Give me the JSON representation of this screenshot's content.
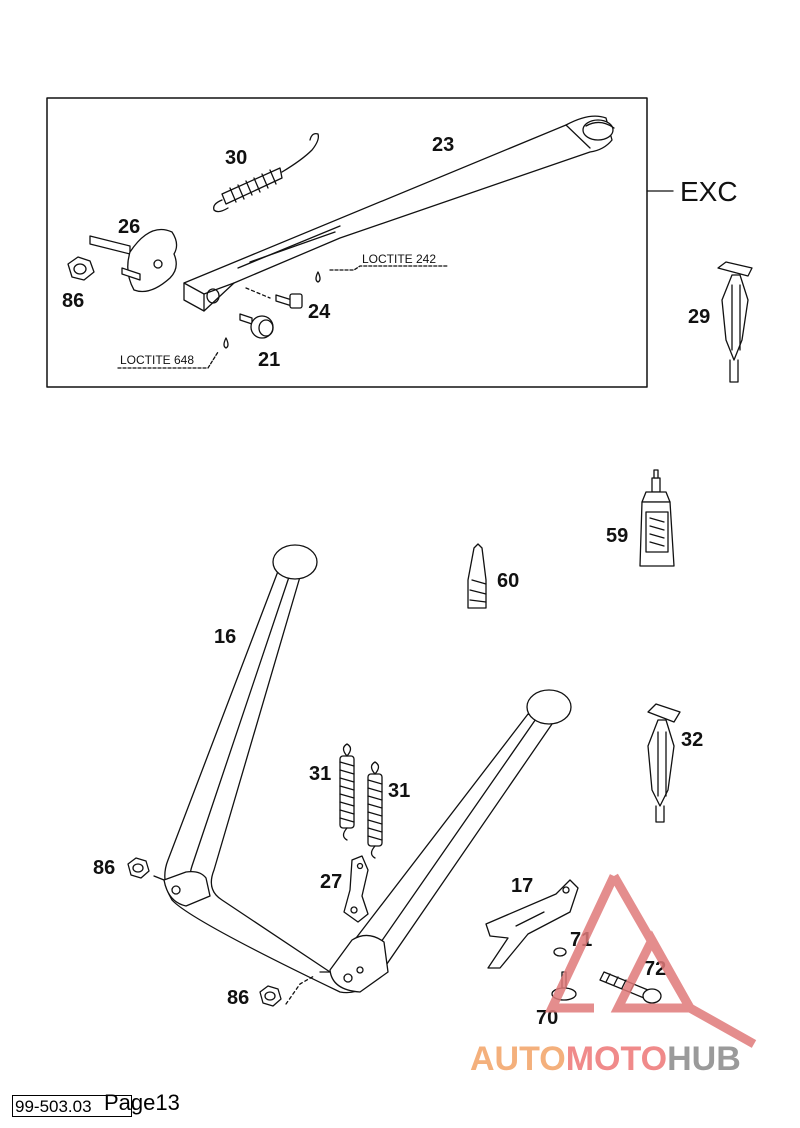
{
  "callouts": {
    "c30": "30",
    "c23": "23",
    "c26": "26",
    "c86a": "86",
    "c24": "24",
    "c21": "21",
    "c29": "29",
    "c59": "59",
    "c60": "60",
    "c16": "16",
    "c32": "32",
    "c31a": "31",
    "c31b": "31",
    "c86b": "86",
    "c27": "27",
    "c17": "17",
    "c71": "71",
    "c72": "72",
    "c86c": "86",
    "c70": "70"
  },
  "notes": {
    "loctite242": "LOCTITE 242",
    "loctite648": "LOCTITE 648"
  },
  "variant_label": "EXC",
  "footer": {
    "code": "99-503.03",
    "page": "Page13"
  },
  "watermark": {
    "part1": "AUTO",
    "part2": "MOTO",
    "part3": "HUB"
  },
  "colors": {
    "line": "#111111",
    "watermark_triangle": "#e07a7a",
    "watermark_orange": "#f4b07c"
  }
}
